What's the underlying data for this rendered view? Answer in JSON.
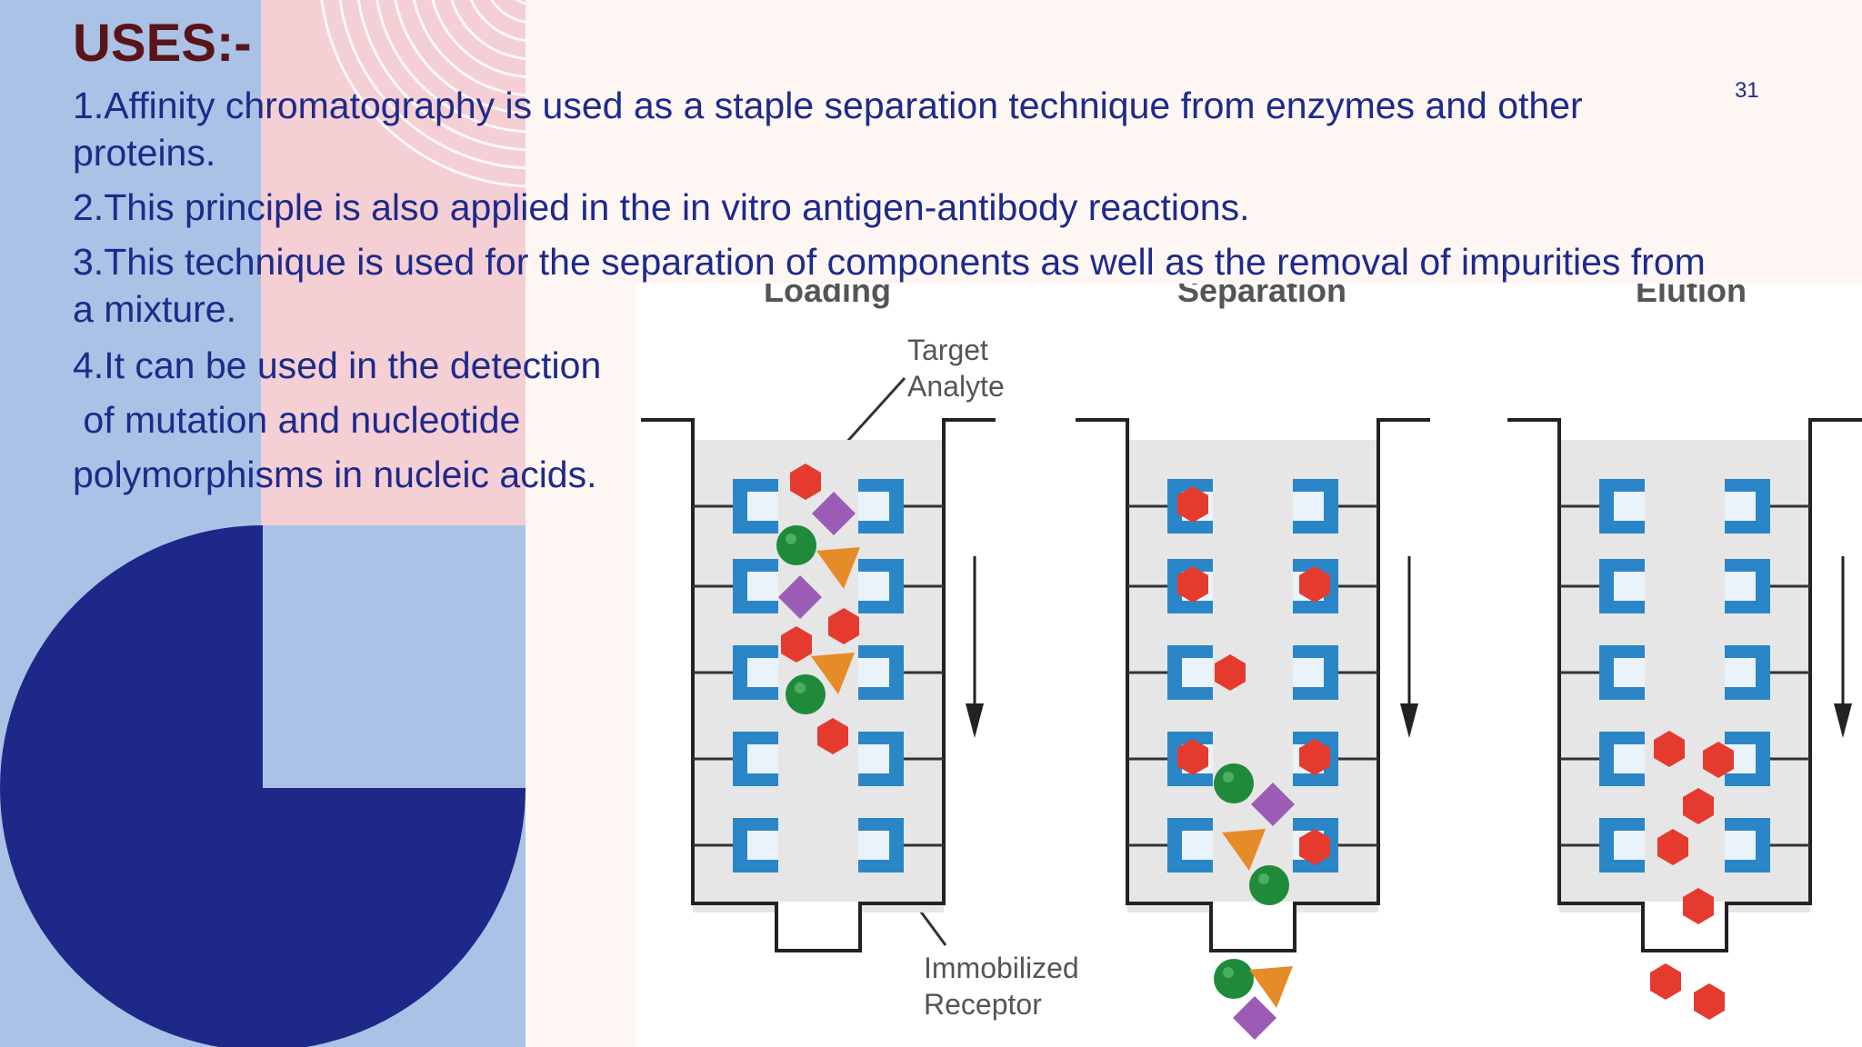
{
  "slide": {
    "title": "USES:-",
    "number": "31"
  },
  "uses": [
    "1.Affinity chromatography is used as a staple separation technique from enzymes and other proteins.",
    "2.This principle is also applied in the in vitro antigen-antibody reactions.",
    "3.This technique is used for the separation of components as well as the removal of impurities from a mixture.",
    "4.It can be used in the detection",
    " of mutation and nucleotide",
    "polymorphisms in nucleic acids."
  ],
  "diagram": {
    "stages": [
      "Loading",
      "Separation",
      "Elution"
    ],
    "callouts": {
      "target_line1": "Target",
      "target_line2": "Analyte",
      "receptor_line1": "Immobilized",
      "receptor_line2": "Receptor"
    }
  },
  "colors": {
    "title": "#5a1418",
    "text": "#1e2a8a",
    "light_blue": "#a9c2e6",
    "pink": "#f4cfd3",
    "navy": "#1e2888",
    "receptor": "#2a86c7",
    "analyte": "#e53b2e",
    "green_ball": "#1f8a3a",
    "purple_diamond": "#9a5cb5",
    "orange_triangle": "#e58b28"
  }
}
